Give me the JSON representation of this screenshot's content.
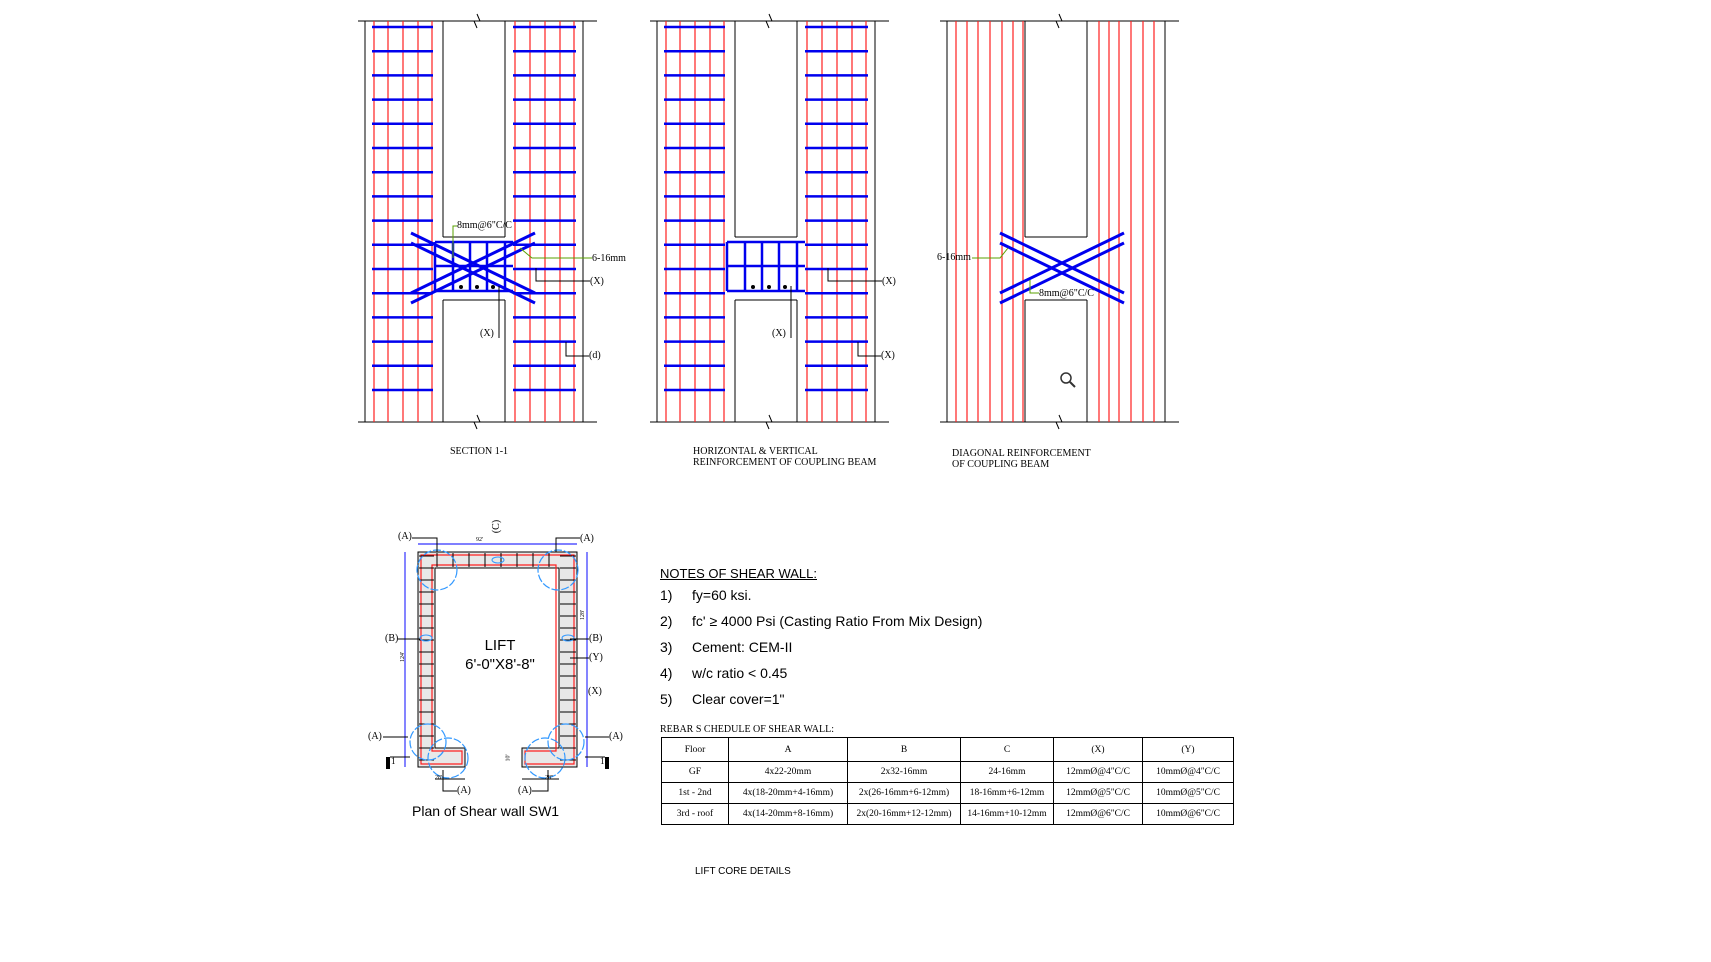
{
  "sections": [
    {
      "caption": [
        "SECTION  1-1"
      ],
      "labels": {
        "stirrup": "8mm@6\"C/C",
        "diag": "6-16mm",
        "x1": "(X)",
        "x2": "(X)",
        "d": "(d)"
      }
    },
    {
      "caption": [
        "HORIZONTAL & VERTICAL",
        "REINFORCEMENT OF COUPLING BEAM"
      ],
      "labels": {
        "x1": "(X)",
        "x2": "(X)",
        "x3": "(X)"
      }
    },
    {
      "caption": [
        "DIAGONAL REINFORCEMENT",
        "OF COUPLING BEAM"
      ],
      "labels": {
        "diag": "6-16mm",
        "stirrup": "8mm@6\"C/C"
      }
    }
  ],
  "plan": {
    "title_line1": "LIFT",
    "title_line2": "6'-0\"X8'-8\"",
    "caption": "Plan of Shear wall SW1",
    "marks": {
      "A": "(A)",
      "B": "(B)",
      "C": "(C)",
      "X": "(X)",
      "Y": "(Y)",
      "one": "1"
    },
    "dims": {
      "top": "92'",
      "left": "124'",
      "right": "128'",
      "bottom_left": "28\"",
      "bottom_right": "28\"",
      "flange": "10'"
    }
  },
  "notes": {
    "title": "NOTES OF SHEAR WALL:",
    "items": [
      {
        "num": "1)",
        "text": "fy=60 ksi."
      },
      {
        "num": "2)",
        "text": "fc' ≥ 4000 Psi (Casting Ratio From Mix Design)"
      },
      {
        "num": "3)",
        "text": "Cement: CEM-II"
      },
      {
        "num": "4)",
        "text": "w/c ratio < 0.45"
      },
      {
        "num": "5)",
        "text": "Clear cover=1\""
      }
    ]
  },
  "schedule": {
    "title": "REBAR S CHEDULE OF SHEAR WALL:",
    "headers": [
      "Floor",
      "A",
      "B",
      "C",
      "(X)",
      "(Y)"
    ],
    "rows": [
      [
        "GF",
        "4x22-20mm",
        "2x32-16mm",
        "24-16mm",
        "12mmØ@4\"C/C",
        "10mmØ@4\"C/C"
      ],
      [
        "1st - 2nd",
        "4x(18-20mm+4-16mm)",
        "2x(26-16mm+6-12mm)",
        "18-16mm+6-12mm",
        "12mmØ@5\"C/C",
        "10mmØ@5\"C/C"
      ],
      [
        "3rd - roof",
        "4x(14-20mm+8-16mm)",
        "2x(20-16mm+12-12mm)",
        "14-16mm+10-12mm",
        "12mmØ@6\"C/C",
        "10mmØ@6\"C/C"
      ]
    ]
  },
  "footer": "LIFT CORE  DETAILS",
  "colors": {
    "rebar_blue": "#0000ee",
    "rebar_red": "#ff2020",
    "leader_green": "#5aa000",
    "cloud": "#3399ff"
  }
}
